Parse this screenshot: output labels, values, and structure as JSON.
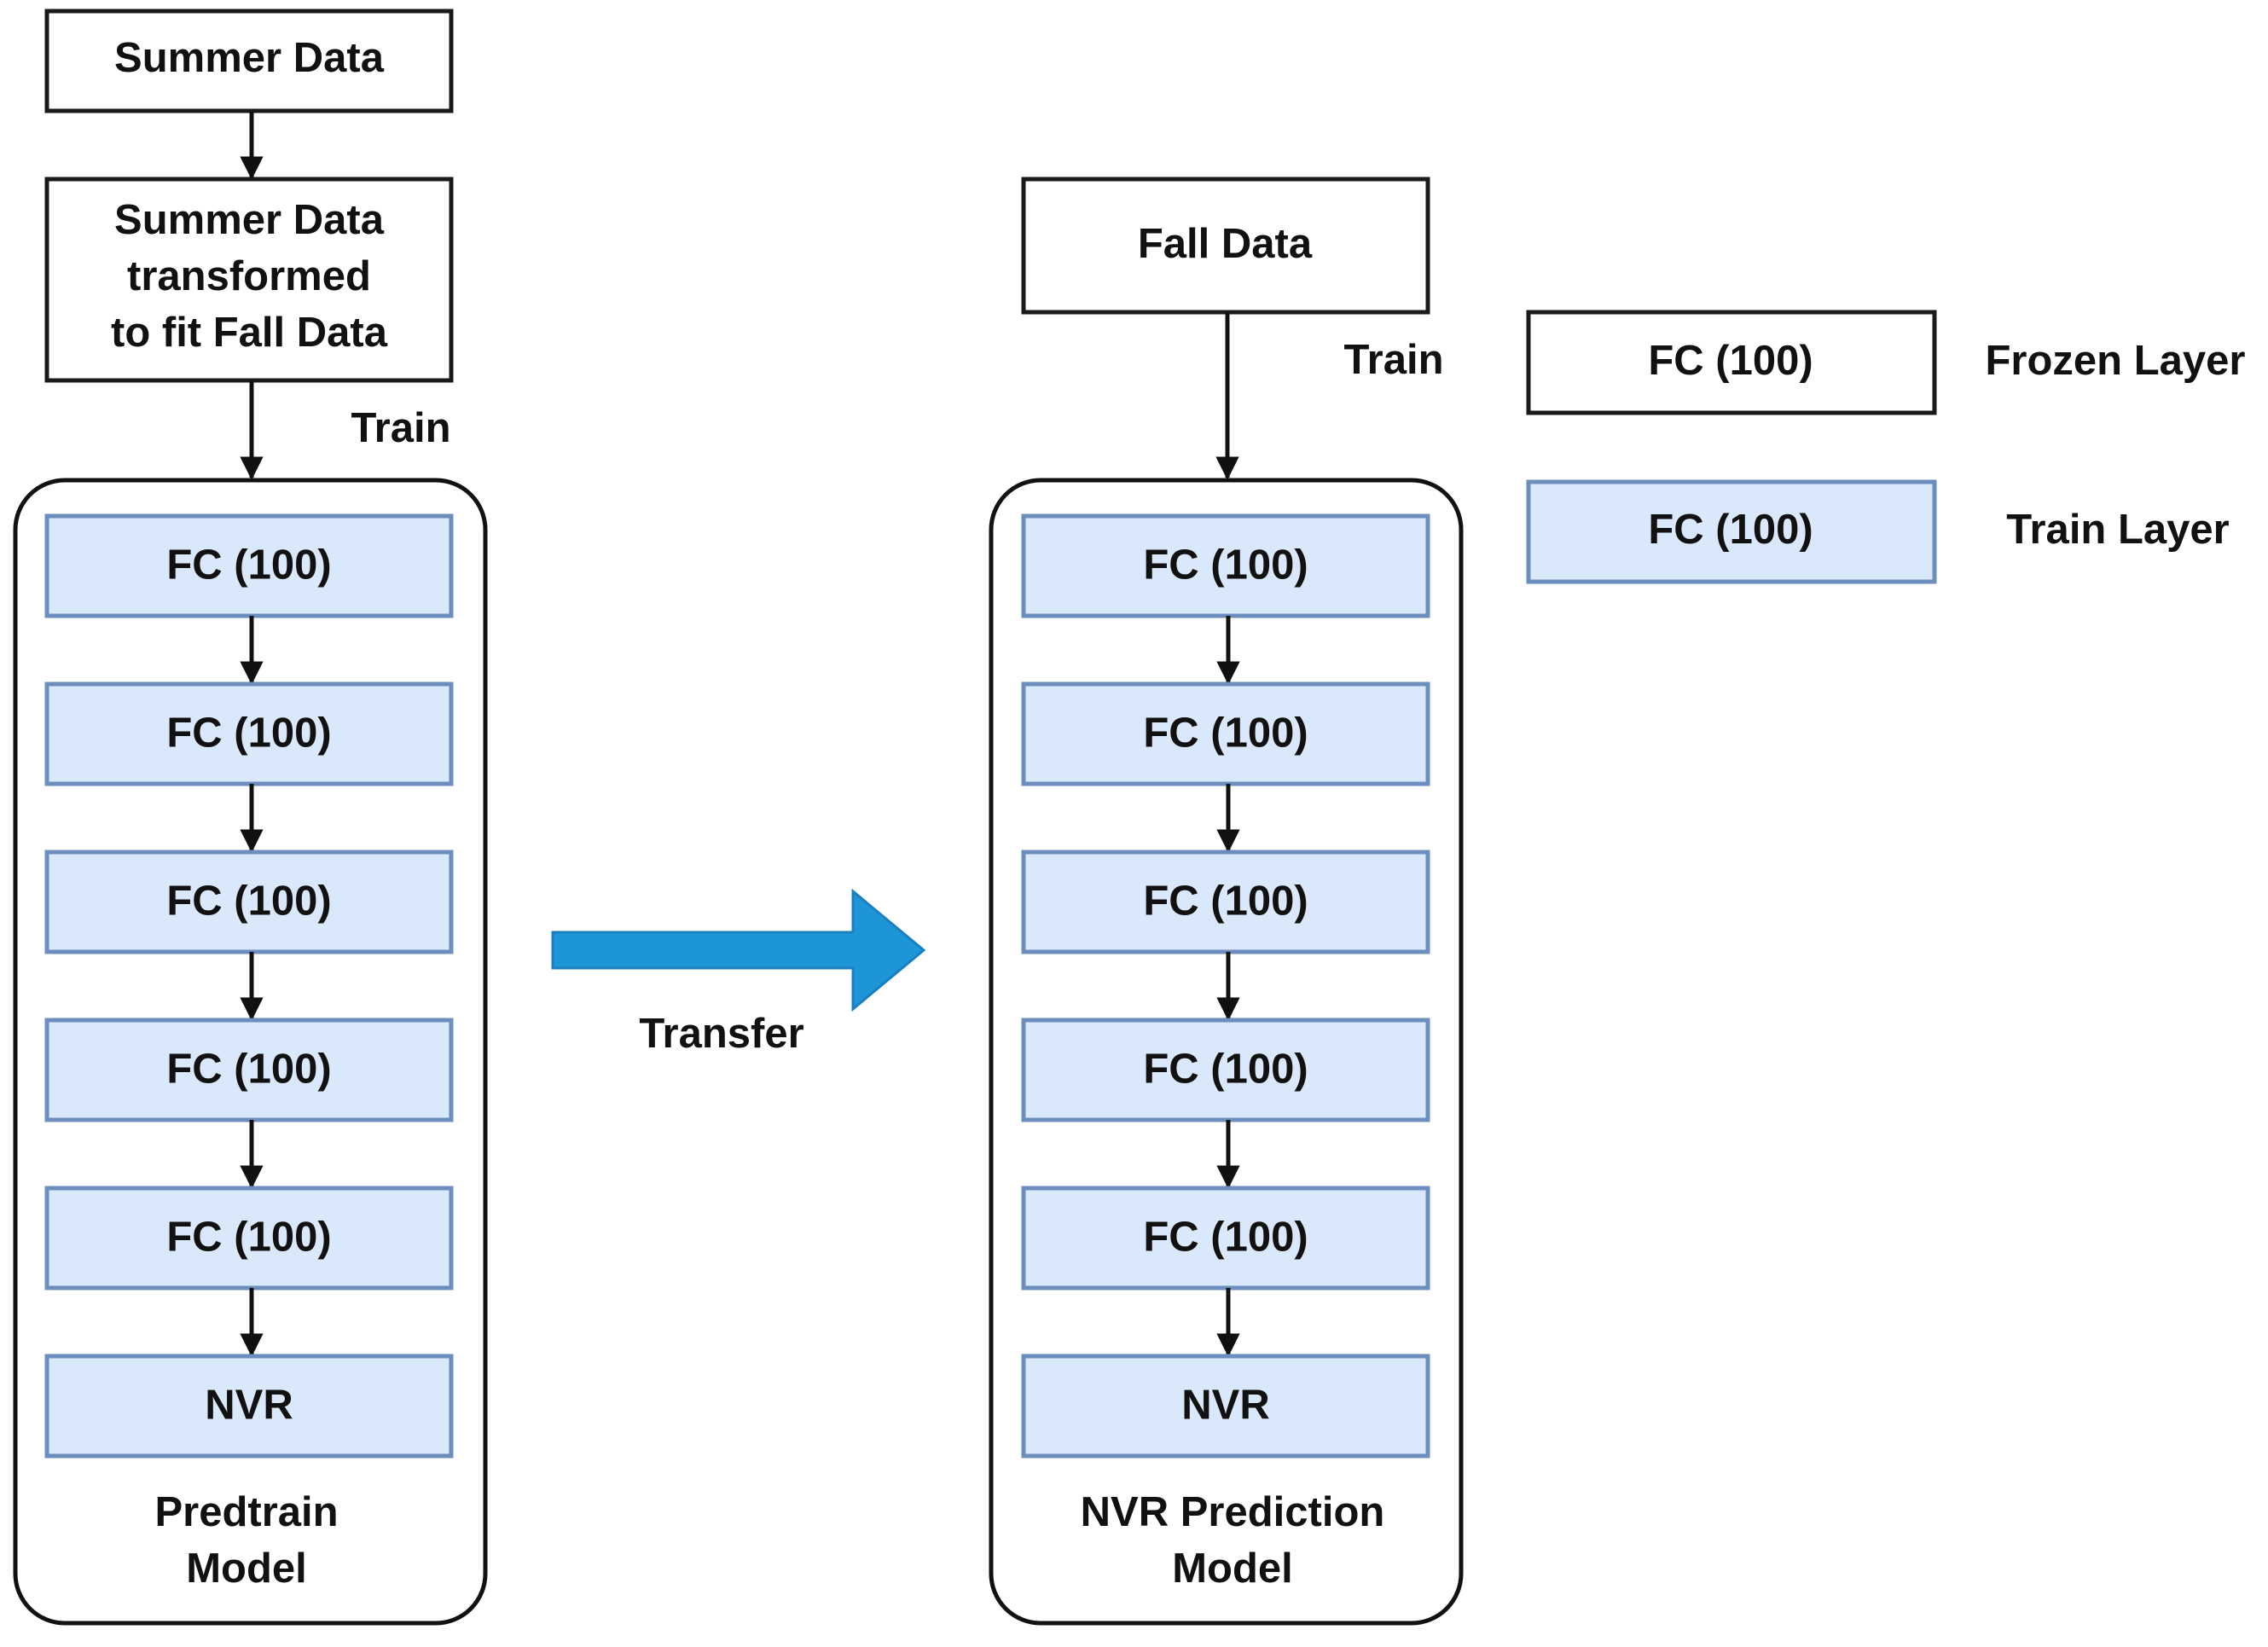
{
  "summer_data": "Summer Data",
  "summer_transformed": [
    "Summer Data",
    "transformed",
    "to fit Fall Data"
  ],
  "fall_data": "Fall Data",
  "train_left": "Train",
  "train_right": "Train",
  "transfer": "Transfer",
  "pretrain_model": {
    "caption": [
      "Predtrain",
      "Model"
    ],
    "layers": [
      "FC (100)",
      "FC (100)",
      "FC (100)",
      "FC (100)",
      "FC (100)",
      "NVR"
    ]
  },
  "prediction_model": {
    "caption": [
      "NVR Prediction",
      "Model"
    ],
    "layers": [
      "FC (100)",
      "FC (100)",
      "FC (100)",
      "FC (100)",
      "FC (100)",
      "NVR"
    ]
  },
  "legend": [
    {
      "box_label": "FC (100)",
      "meaning": "Frozen Layer",
      "style": "frozen"
    },
    {
      "box_label": "FC (100)",
      "meaning": "Train Layer",
      "style": "train"
    }
  ],
  "colors": {
    "train_fill": "#dae8fc",
    "train_stroke": "#6c8ebf",
    "frozen_fill": "#ffffff",
    "frozen_stroke": "#1a1a1a",
    "transfer_arrow": "#1e95d6"
  }
}
